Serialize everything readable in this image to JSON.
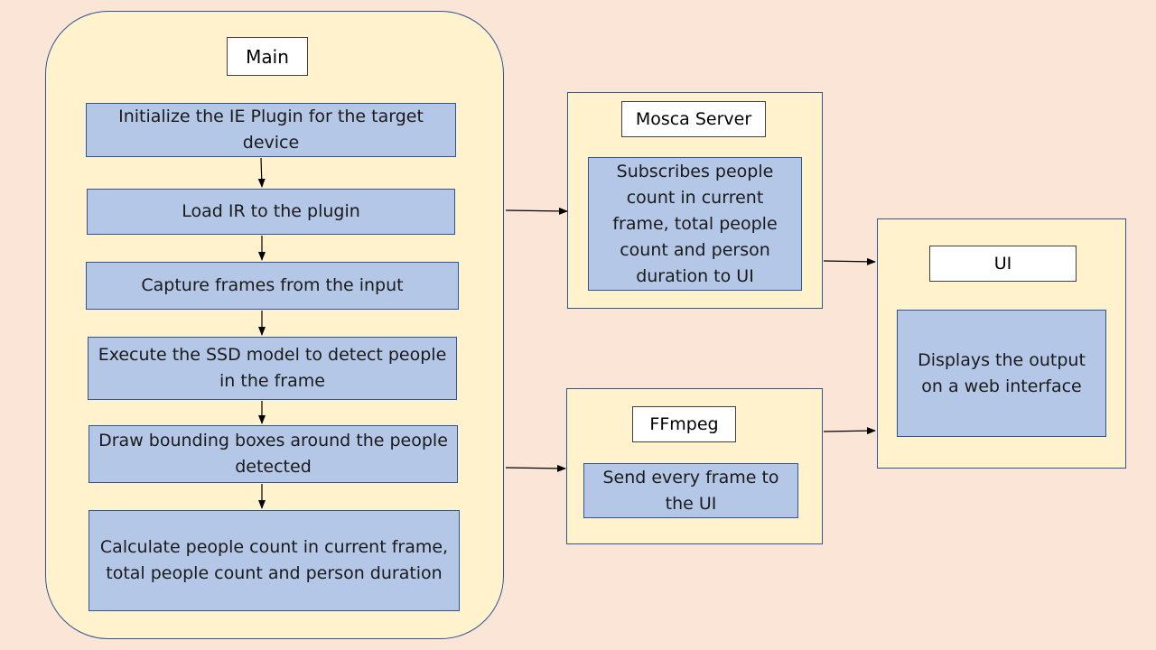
{
  "main": {
    "title": "Main",
    "steps": [
      "Initialize the IE Plugin for the target device",
      "Load IR to the plugin",
      "Capture frames from the input",
      "Execute the SSD model to detect people in the frame",
      "Draw bounding boxes around the people detected",
      "Calculate people count in current frame, total people count and person duration"
    ]
  },
  "mosca": {
    "title": "Mosca Server",
    "description": "Subscribes people count in current frame, total people count and person duration to UI"
  },
  "ffmpeg": {
    "title": "FFmpeg",
    "description": "Send every frame to the UI"
  },
  "ui": {
    "title": "UI",
    "description": "Displays the output on a web interface"
  },
  "colors": {
    "background": "#fbe5d6",
    "container_fill": "#fff2cc",
    "step_fill": "#b4c7e7",
    "border": "#2f5597"
  }
}
